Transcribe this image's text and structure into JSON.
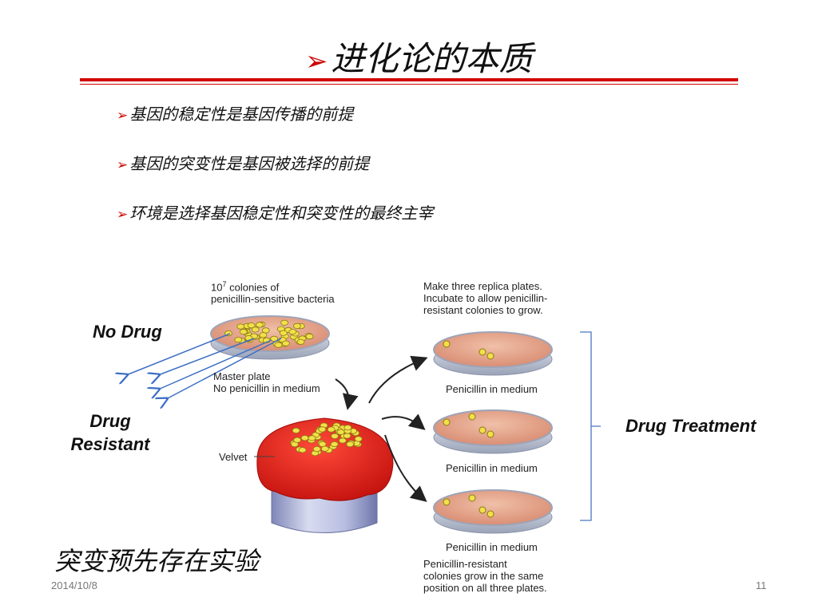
{
  "slide": {
    "title": "进化论的本质",
    "bullets": [
      "基因的稳定性是基因传播的前提",
      "基因的突变性是基因被选择的前提",
      "环境是选择基因稳定性和突变性的最终主宰"
    ],
    "bottom_title": "突变预先存在实验",
    "date": "2014/10/8",
    "page_number": "11"
  },
  "figure": {
    "master_caption": [
      "10",
      "7",
      " colonies of",
      "penicillin-sensitive bacteria"
    ],
    "master_plate_caption": [
      "Master plate",
      "No penicillin in medium"
    ],
    "velvet_label": "Velvet",
    "replica_caption": [
      "Make three replica plates.",
      "Incubate to allow penicillin-",
      "resistant colonies to grow."
    ],
    "plate_labels": [
      "Penicillin in medium",
      "Penicillin in medium",
      "Penicillin in medium"
    ],
    "result_caption": [
      "Penicillin-resistant",
      "colonies grow in the same",
      "position on all three plates."
    ],
    "no_drug_label": "No Drug",
    "drug_resistant_label": [
      "Drug",
      "Resistant"
    ],
    "drug_treatment_label": "Drug Treatment"
  },
  "colors": {
    "accent": "#d40000",
    "velvet": "#e8231f",
    "agar": "#e9a98f",
    "colony": "#f2e04a",
    "blue_arrow": "#3d6fc4"
  },
  "icons": [
    "bullet-arrow-icon"
  ]
}
